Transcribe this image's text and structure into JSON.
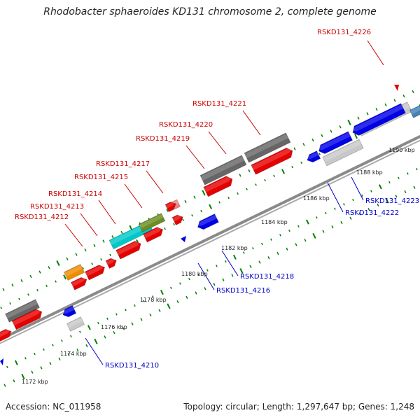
{
  "title": "Rhodobacter sphaeroides KD131 chromosome 2, complete genome",
  "footer": {
    "accession": "Accession: NC_011958",
    "summary": "Topology: circular; Length: 1,297,647 bp; Genes: 1,248"
  },
  "colors": {
    "forward_gene_label": "#cc0000",
    "reverse_gene_label": "#0000cc",
    "backbone": "#888888",
    "tick": "#008000",
    "red_gene": "#e60000",
    "blue_gene": "#0000e6",
    "gray_gene": "#666666",
    "light_gray_gene": "#c8c8c8",
    "cyan_gene": "#00c8c8",
    "olive_gene": "#6b8e23",
    "orange_gene": "#f08c00",
    "pink_gene": "#f08080",
    "steel_blue_gene": "#4682b4"
  },
  "forward_gene_labels": [
    "RSKD131_4226",
    "RSKD131_4221",
    "RSKD131_4220",
    "RSKD131_4219",
    "RSKD131_4217",
    "RSKD131_4215",
    "RSKD131_4214",
    "RSKD131_4213",
    "RSKD131_4212"
  ],
  "reverse_gene_labels": [
    "RSKD131_4223",
    "RSKD131_4222",
    "RSKD131_4218",
    "RSKD131_4216",
    "RSKD131_4210"
  ],
  "ruler_labels": [
    "1190 kbp",
    "1188 kbp",
    "1186 kbp",
    "1184 kbp",
    "1182 kbp",
    "1180 kbp",
    "1178 kbp",
    "1176 kbp",
    "1174 kbp",
    "1172 kbp"
  ]
}
